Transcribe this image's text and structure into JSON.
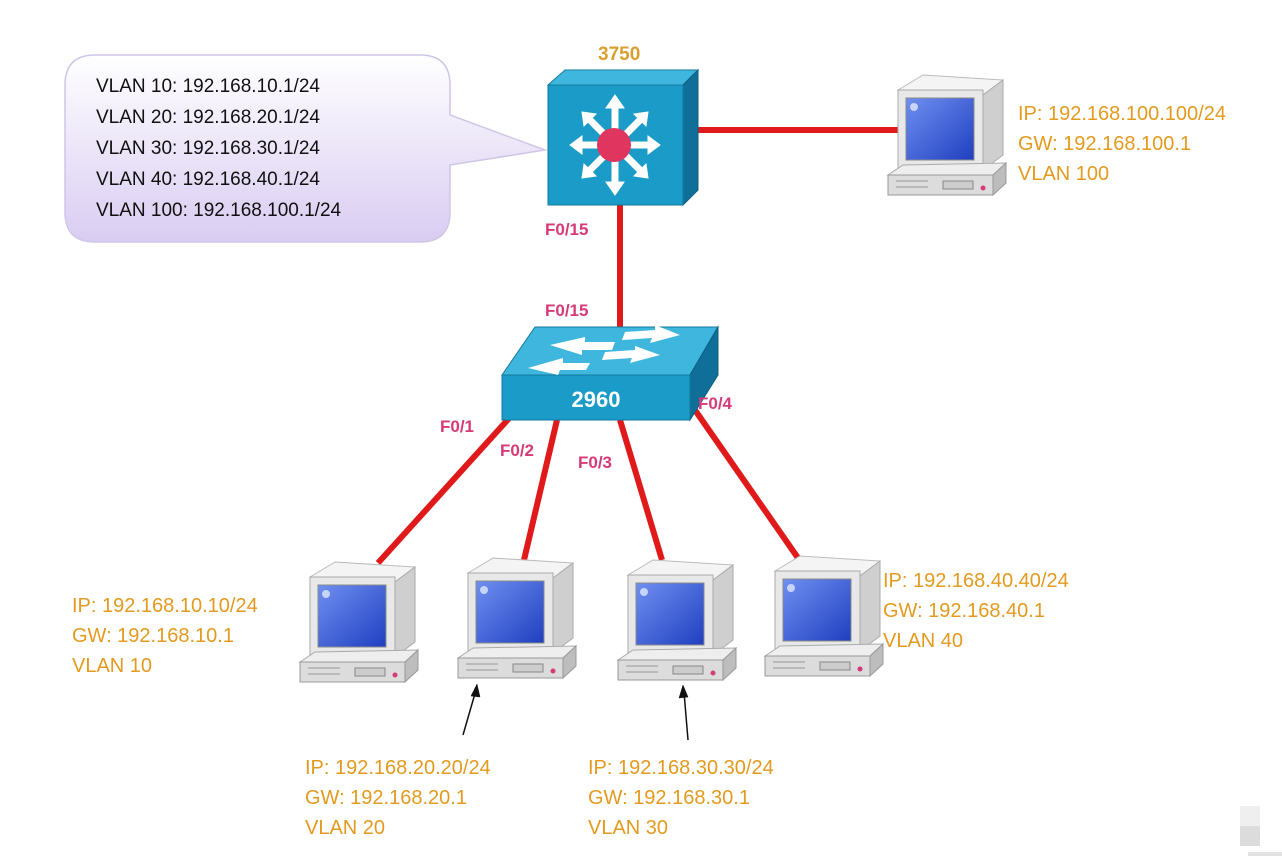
{
  "colors": {
    "link": "#e01a1a",
    "port_label": "#d63a78",
    "host_info": "#e39a1e",
    "switch": "#1a9bc8"
  },
  "callout": {
    "lines": [
      "VLAN 10: 192.168.10.1/24",
      "VLAN 20: 192.168.20.1/24",
      "VLAN 30: 192.168.30.1/24",
      "VLAN 40: 192.168.40.1/24",
      "VLAN 100: 192.168.100.1/24"
    ]
  },
  "devices": {
    "core_switch": {
      "label": "3750",
      "icon": "layer3-switch-icon"
    },
    "access_switch": {
      "label": "2960",
      "icon": "layer2-switch-icon"
    }
  },
  "ports": {
    "core_f015": "F0/15",
    "access_f015": "F0/15",
    "f01": "F0/1",
    "f02": "F0/2",
    "f03": "F0/3",
    "f04": "F0/4"
  },
  "hosts": [
    {
      "ip": "IP: 192.168.100.100/24",
      "gw": "GW: 192.168.100.1",
      "vlan": "VLAN 100",
      "icon": "pc-icon"
    },
    {
      "ip": "IP: 192.168.10.10/24",
      "gw": "GW: 192.168.10.1",
      "vlan": "VLAN 10",
      "icon": "pc-icon"
    },
    {
      "ip": "IP: 192.168.20.20/24",
      "gw": "GW: 192.168.20.1",
      "vlan": "VLAN 20",
      "icon": "pc-icon"
    },
    {
      "ip": "IP: 192.168.30.30/24",
      "gw": "GW: 192.168.30.1",
      "vlan": "VLAN 30",
      "icon": "pc-icon"
    },
    {
      "ip": "IP: 192.168.40.40/24",
      "gw": "GW: 192.168.40.1",
      "vlan": "VLAN 40",
      "icon": "pc-icon"
    }
  ]
}
